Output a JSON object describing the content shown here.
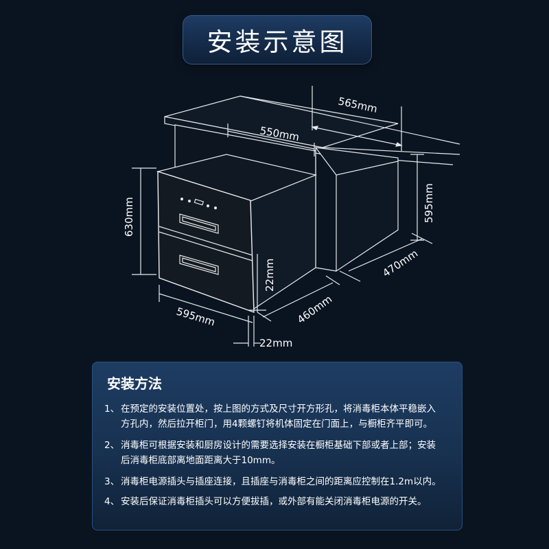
{
  "title": "安装示意图",
  "dimensions": {
    "top_depth": "565mm",
    "inner_depth": "550mm",
    "cabinet_height": "595mm",
    "cabinet_depth": "470mm",
    "unit_height": "630mm",
    "gap_vertical": "22mm",
    "unit_depth": "460mm",
    "unit_width": "595mm",
    "gap_horizontal": "22mm"
  },
  "method": {
    "title": "安装方法",
    "steps": [
      {
        "num": "1、",
        "line1": "在预定的安装位置处，按上图的方式及尺寸开方形孔，将消毒柜本体平稳嵌入",
        "line2": "方孔内，然后拉开柜门，用4颗螺钉将机体固定在门面上，与橱柜齐平即可。"
      },
      {
        "num": "2、",
        "line1": "消毒柜可根据安装和厨房设计的需要选择安装在橱柜基础下部或者上部；安装",
        "line2": "后消毒柜底部离地面距离大于10mm。"
      },
      {
        "num": "3、",
        "line1": "消毒柜电源插头与插座连接，且插座与消毒柜之间的距离应控制在1.2m以内。",
        "line2": ""
      },
      {
        "num": "4、",
        "line1": "安装后保证消毒柜插头可以方便拔插，或外部有能关闭消毒柜电源的开关。",
        "line2": ""
      }
    ]
  }
}
